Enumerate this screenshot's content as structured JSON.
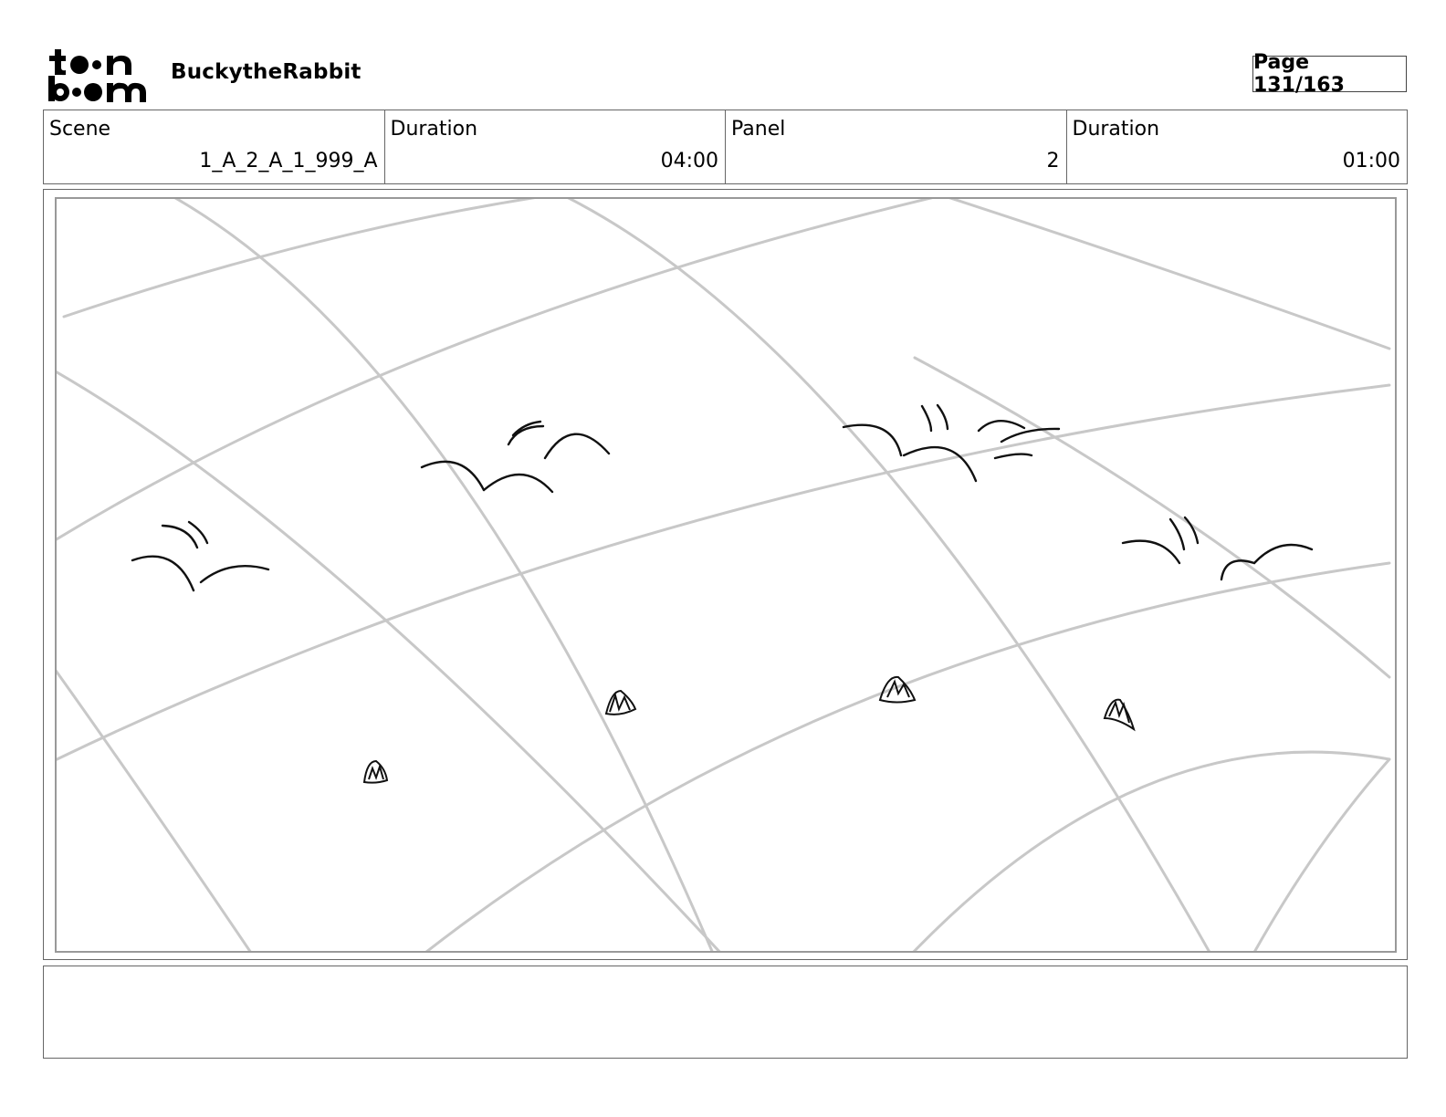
{
  "header": {
    "logo_text_top": "toon",
    "logo_text_bottom": "boom",
    "project_title": "BuckytheRabbit",
    "page_indicator": "Page 131/163"
  },
  "info": [
    {
      "label": "Scene",
      "value": "1_A_2_A_1_999_A"
    },
    {
      "label": "Duration",
      "value": "04:00"
    },
    {
      "label": "Panel",
      "value": "2"
    },
    {
      "label": "Duration",
      "value": "01:00"
    }
  ],
  "panel": {
    "grid_color": "#c8c8c8",
    "sketch_color": "#111111"
  },
  "notes": ""
}
